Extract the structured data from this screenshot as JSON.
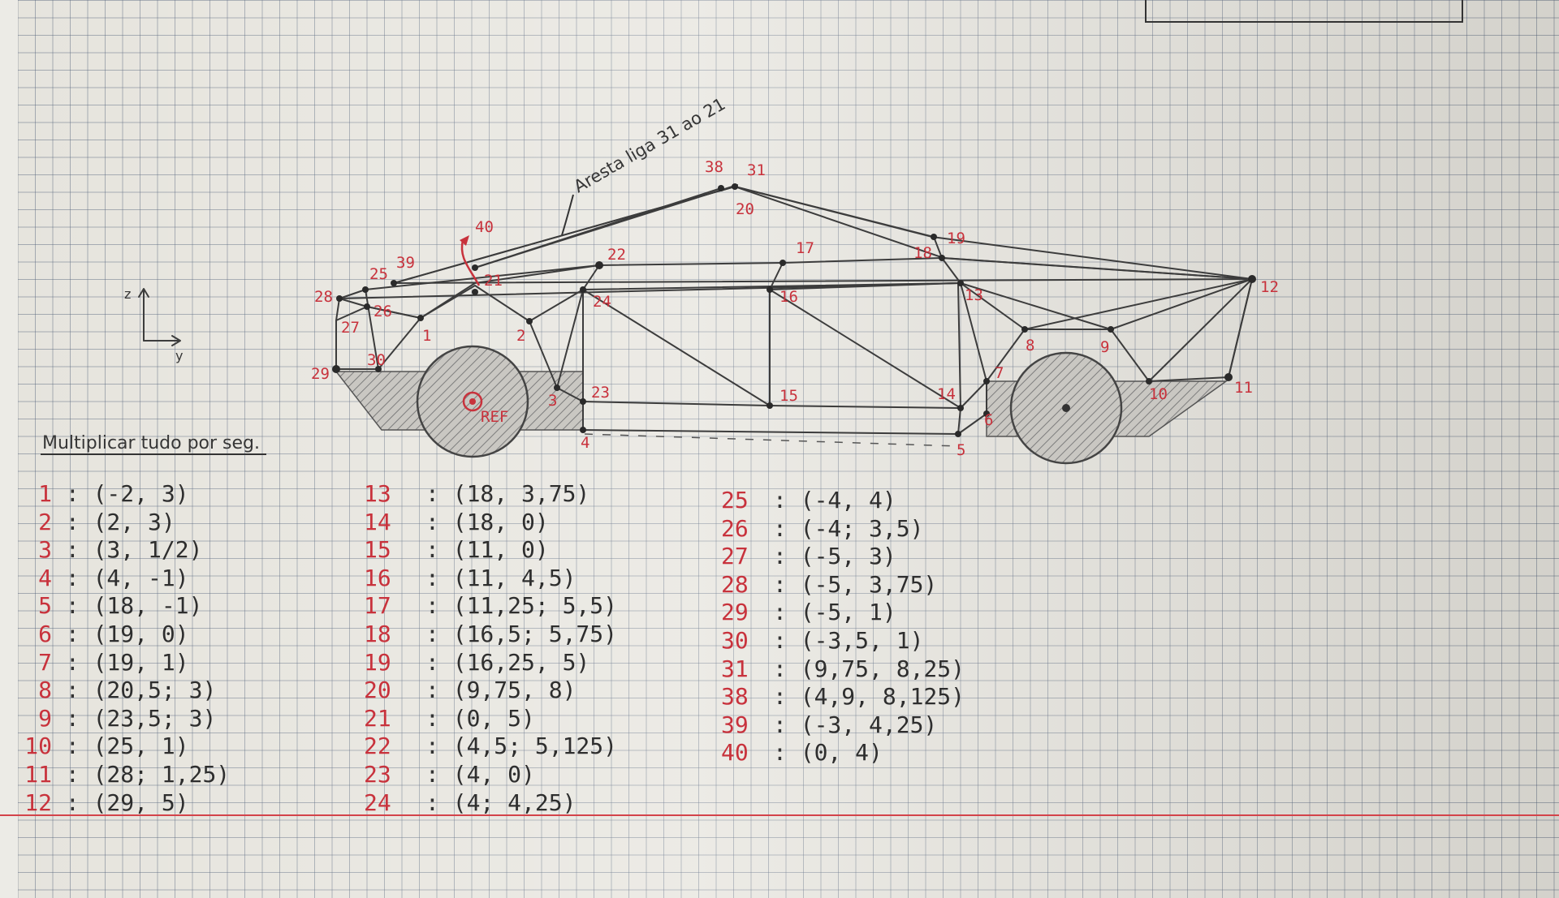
{
  "annotations": {
    "arrow_note": "Aresta liga 31 ao 21",
    "ref_label": "REF",
    "axis_z": "z",
    "axis_y": "y",
    "multiply_note": "Multiplicar tudo por seg."
  },
  "point_labels": {
    "p1": "1",
    "p2": "2",
    "p3": "3",
    "p4": "4",
    "p5": "5",
    "p6": "6",
    "p7": "7",
    "p8": "8",
    "p9": "9",
    "p10": "10",
    "p11": "11",
    "p12": "12",
    "p13": "13",
    "p14": "14",
    "p15": "15",
    "p16": "16",
    "p17": "17",
    "p18": "18",
    "p19": "19",
    "p20": "20",
    "p21": "21",
    "p22": "22",
    "p23": "23",
    "p24": "24",
    "p25": "25",
    "p26": "26",
    "p27": "27",
    "p28": "28",
    "p29": "29",
    "p30": "30",
    "p31": "31",
    "p38": "38",
    "p39": "39",
    "p40": "40"
  },
  "coordinates": [
    {
      "id": "1",
      "value": "(-2, 3)"
    },
    {
      "id": "2",
      "value": "(2, 3)"
    },
    {
      "id": "3",
      "value": "(3, 1/2)"
    },
    {
      "id": "4",
      "value": "(4, -1)"
    },
    {
      "id": "5",
      "value": "(18, -1)"
    },
    {
      "id": "6",
      "value": "(19, 0)"
    },
    {
      "id": "7",
      "value": "(19, 1)"
    },
    {
      "id": "8",
      "value": "(20,5; 3)"
    },
    {
      "id": "9",
      "value": "(23,5; 3)"
    },
    {
      "id": "10",
      "value": "(25, 1)"
    },
    {
      "id": "11",
      "value": "(28; 1,25)"
    },
    {
      "id": "12",
      "value": "(29, 5)"
    },
    {
      "id": "13",
      "value": "(18, 3,75)"
    },
    {
      "id": "14",
      "value": "(18, 0)"
    },
    {
      "id": "15",
      "value": "(11, 0)"
    },
    {
      "id": "16",
      "value": "(11, 4,5)"
    },
    {
      "id": "17",
      "value": "(11,25; 5,5)"
    },
    {
      "id": "18",
      "value": "(16,5; 5,75)"
    },
    {
      "id": "19",
      "value": "(16,25, 5)"
    },
    {
      "id": "20",
      "value": "(9,75, 8)"
    },
    {
      "id": "21",
      "value": "(0, 5)"
    },
    {
      "id": "22",
      "value": "(4,5; 5,125)"
    },
    {
      "id": "23",
      "value": "(4, 0)"
    },
    {
      "id": "24",
      "value": "(4; 4,25)"
    },
    {
      "id": "25",
      "value": "(-4, 4)"
    },
    {
      "id": "26",
      "value": "(-4; 3,5)"
    },
    {
      "id": "27",
      "value": "(-5, 3)"
    },
    {
      "id": "28",
      "value": "(-5, 3,75)"
    },
    {
      "id": "29",
      "value": "(-5, 1)"
    },
    {
      "id": "30",
      "value": "(-3,5, 1)"
    },
    {
      "id": "31",
      "value": "(9,75, 8,25)"
    },
    {
      "id": "38",
      "value": "(4,9, 8,125)"
    },
    {
      "id": "39",
      "value": "(-3, 4,25)"
    },
    {
      "id": "40",
      "value": "(0, 4)"
    }
  ]
}
